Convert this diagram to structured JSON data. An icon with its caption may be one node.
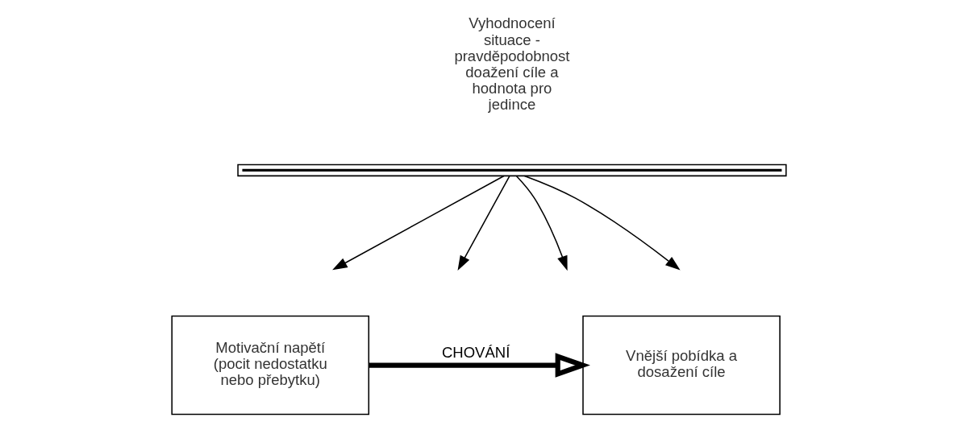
{
  "diagram": {
    "nodes": [
      {
        "text": [
          "Vyhodnocení situace - pravděpodobnost doažení cíle a hodnota pro jedince"
        ]
      },
      {
        "text": [],
        "shape": "bar"
      },
      {
        "text": [
          "Motivační napětí (pocit nedostatku nebo přebytku)"
        ]
      },
      {
        "text": [
          "Vnější pobídka a dosažení cíle"
        ]
      }
    ],
    "edges": [
      {
        "from": 1,
        "to": null,
        "arrow": "to"
      },
      {
        "from": 1,
        "to": null,
        "arrow": "to"
      },
      {
        "from": 1,
        "to": null,
        "arrow": "to"
      },
      {
        "from": 1,
        "to": null,
        "arrow": "to"
      },
      {
        "from": 2,
        "to": 3,
        "arrow": "to",
        "label": "CHOVÁNÍ",
        "style": "thick"
      }
    ]
  }
}
